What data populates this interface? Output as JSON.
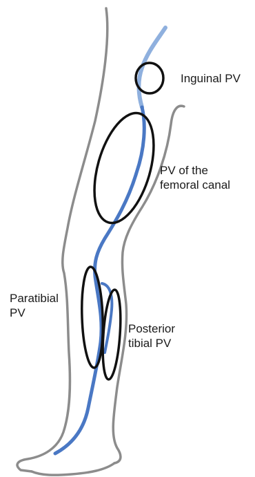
{
  "labels": {
    "inguinal": "Inguinal PV",
    "femoral_line1": "PV of the",
    "femoral_line2": "femoral canal",
    "paratibial_line1": "Paratibial",
    "paratibial_line2": "PV",
    "posterior_line1": "Posterior",
    "posterior_line2": "tibial PV"
  },
  "colors": {
    "outline": "#8c8c8c",
    "vein": "#4a78c4",
    "vein_faded": "#8fb0de",
    "ring": "#111111",
    "text": "#1a1a1a"
  }
}
